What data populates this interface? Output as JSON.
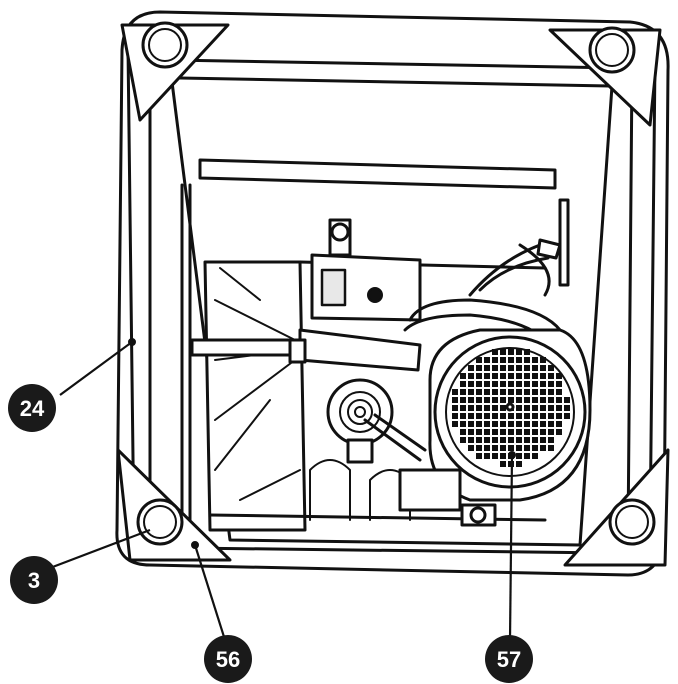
{
  "diagram": {
    "callouts": [
      {
        "id": "c24",
        "label": "24"
      },
      {
        "id": "c3",
        "label": "3"
      },
      {
        "id": "c56",
        "label": "56"
      },
      {
        "id": "c57",
        "label": "57"
      }
    ],
    "colors": {
      "ink": "#111111",
      "background": "#ffffff",
      "callout_fill": "#1a1a1a",
      "callout_text": "#ffffff"
    }
  }
}
